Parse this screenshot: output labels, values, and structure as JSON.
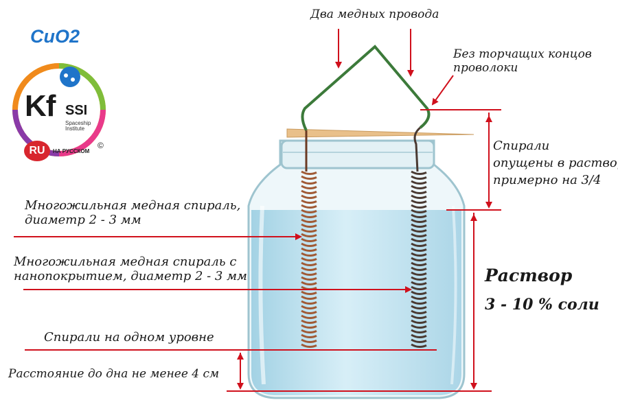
{
  "logo": {
    "title": "CuO2",
    "kf": "Kf",
    "ssi": "SSI",
    "spaceship": "Spaceship",
    "institute": "Institute",
    "ru": "RU",
    "na_russkom": "НА РУССКОМ",
    "copyright": "©"
  },
  "labels": {
    "wires_top": "Два медных провода",
    "no_ends_1": "Без торчащих концов",
    "no_ends_2": "проволоки",
    "spirals_lowered_1": "Спирали",
    "spirals_lowered_2": "опущены в раствор",
    "spirals_lowered_3": "примерно на 3/4",
    "copper_spiral_1": "Многожильная медная спираль,",
    "copper_spiral_2": "диаметр 2 - 3 мм",
    "nano_spiral_1": "Многожильная медная спираль с",
    "nano_spiral_2": "нанопокрытием, диаметр 2 - 3 мм",
    "solution_title": "Раствор",
    "solution_salt": "3 - 10 %  соли",
    "same_level": "Спирали на одном уровне",
    "bottom_distance": "Расстояние до дна не менее 4 см"
  },
  "colors": {
    "arrow": "#d0101c",
    "water": "#bfe0ef",
    "glass": "#cfe6ec",
    "copper": "#a05a35",
    "coated": "#4a3a32",
    "wire": "#3c7a3a",
    "stick": "#e9c08a"
  }
}
